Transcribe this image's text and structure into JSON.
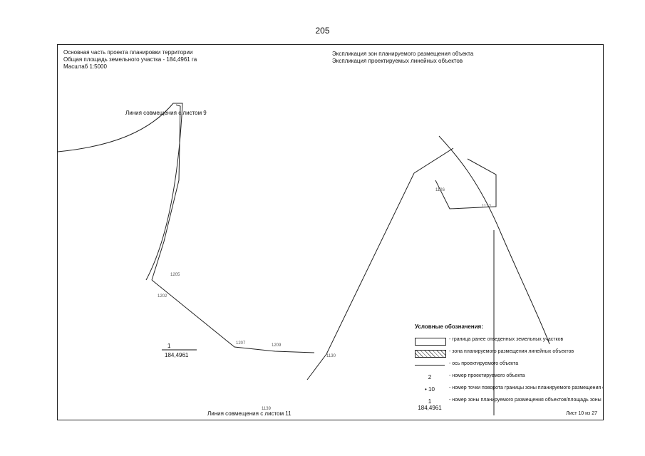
{
  "page_number": "205",
  "sheet": "Лист 10 из 27",
  "header": {
    "title": "Основная часть проекта планировки территории",
    "area": "Общая площадь земельного участка - 184,4961 га",
    "scale": "Масштаб 1:5000"
  },
  "explication": {
    "title": "Экспликация зон планируемого размещения объекта",
    "subtitle": "Экспликация проектируемых линейных объектов"
  },
  "map": {
    "top_label": "Линия совмещения с листом 9",
    "bottom_label": "Линия совмещения с листом 11",
    "points": [
      "1205",
      "1202",
      "1207",
      "1209",
      "1130",
      "1139",
      "1126",
      "1122"
    ],
    "zone_number": "1",
    "zone_area": "184,4961"
  },
  "legend": {
    "title": "Условные обозначения:",
    "items": [
      "- граница ранее отведенных земельных участков",
      "- зона планируемого размещения линейных объектов",
      "- ось проектируемого объекта",
      "- номер проектируемого объекта",
      "- номер точки поворота границы зоны планируемого размещения объектов",
      "- номер зоны планируемого размещения объектов/площадь зоны размещения, га"
    ]
  }
}
